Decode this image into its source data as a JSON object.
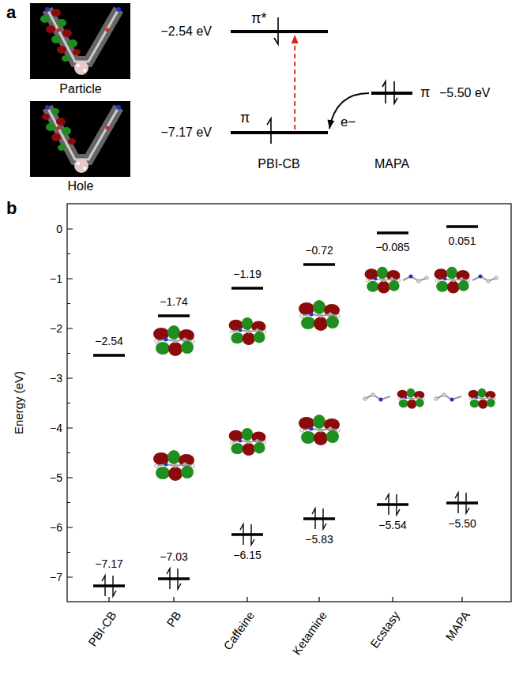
{
  "diagram": {
    "nodes": [
      {
        "text": [
          "−2.54 eV",
          "π*"
        ]
      },
      {
        "text": [
          "−7.17 eV",
          "π"
        ]
      },
      {
        "text": [
          "π",
          "−5.50 eV"
        ]
      }
    ],
    "edges": [
      {
        "from": 1,
        "to": 0,
        "arrow": "to"
      },
      {
        "from": 2,
        "to": 1,
        "label": "e−",
        "arrow": "to"
      }
    ],
    "labels": [
      "a",
      "Particle",
      "Hole",
      "PBI-CB",
      "MAPA",
      "b",
      "Energy (eV)",
      "0",
      "−1",
      "−2",
      "−3",
      "−4",
      "−5",
      "−6",
      "−7",
      "PBI-CB",
      "PB",
      "Caffeine",
      "Ketamine",
      "Ecstasy",
      "MAPA",
      "−2.54",
      "−1.74",
      "−1.19",
      "−0.72",
      "−0.085",
      "0.051",
      "−7.17",
      "−7.03",
      "−6.15",
      "−5.83",
      "−5.54",
      "−5.50"
    ]
  }
}
